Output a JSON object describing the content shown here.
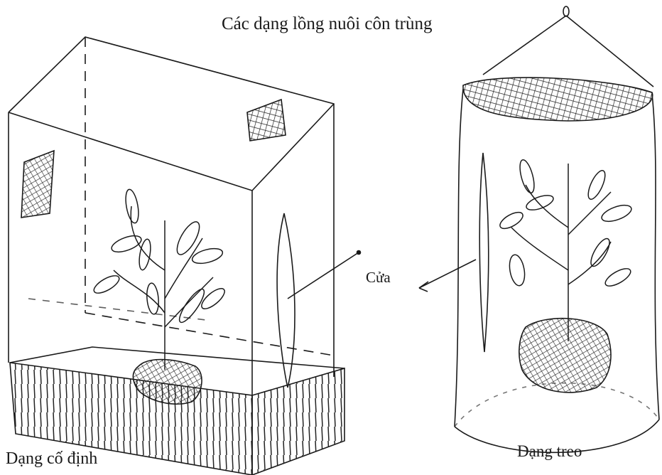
{
  "title": "Các dạng lồng nuôi côn trùng",
  "labels": {
    "door": "Cửa",
    "fixed_cage": "Dạng cố định",
    "hanging_cage": "Dạng treo"
  }
}
